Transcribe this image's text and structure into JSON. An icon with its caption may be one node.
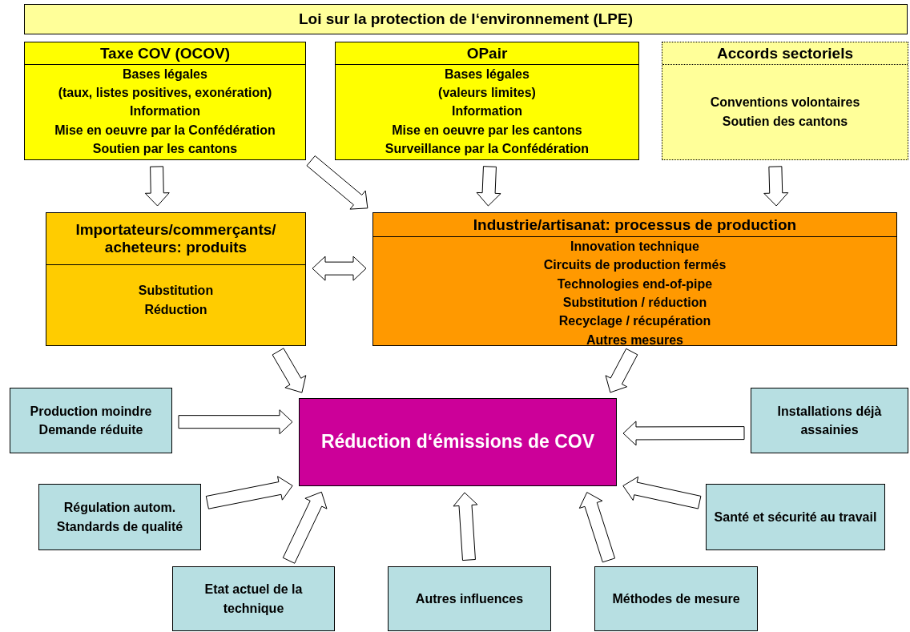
{
  "diagram": {
    "nodes": [
      {
        "text": [
          "Loi sur la protection de l‘environnement (LPE)"
        ]
      },
      {
        "text": [
          "Taxe COV (OCOV)",
          "Bases légales",
          "(taux, listes positives, exonération)",
          "Information",
          "Mise en oeuvre par la Confédération",
          "Soutien par les cantons"
        ]
      },
      {
        "text": [
          "OPair",
          "Bases légales",
          "(valeurs limites)",
          "Information",
          "Mise en oeuvre par les cantons",
          "Surveillance par la Confédération"
        ]
      },
      {
        "text": [
          "Accords sectoriels",
          "Conventions volontaires",
          "Soutien des cantons"
        ]
      },
      {
        "text": [
          "Importateurs/commerçants/ acheteurs: produits",
          "Substitution",
          "Réduction"
        ]
      },
      {
        "text": [
          "Industrie/artisanat: processus de production",
          "Innovation technique",
          "Circuits de production fermés",
          "Technologies end-of-pipe",
          "Substitution / réduction",
          "Recyclage / récupération",
          "Autres mesures"
        ]
      },
      {
        "text": [
          "Réduction d‘émissions de COV"
        ]
      },
      {
        "text": [
          "Production moindre",
          "Demande réduite"
        ]
      },
      {
        "text": [
          "Installations déjà assainies"
        ]
      },
      {
        "text": [
          "Régulation autom.",
          "Standards de qualité"
        ]
      },
      {
        "text": [
          "Santé et sécurité au travail"
        ]
      },
      {
        "text": [
          "Etat actuel de la technique"
        ]
      },
      {
        "text": [
          "Autres influences"
        ]
      },
      {
        "text": [
          "Méthodes de mesure"
        ]
      }
    ],
    "edges": [
      {
        "from": 1,
        "to": 4,
        "arrow": "to"
      },
      {
        "from": 1,
        "to": 5,
        "arrow": "to"
      },
      {
        "from": 2,
        "to": 5,
        "arrow": "to"
      },
      {
        "from": 3,
        "to": 5,
        "arrow": "to"
      },
      {
        "from": 4,
        "to": 5,
        "arrow": "both"
      },
      {
        "from": 4,
        "to": 6,
        "arrow": "to"
      },
      {
        "from": 5,
        "to": 6,
        "arrow": "to"
      },
      {
        "from": 7,
        "to": 6,
        "arrow": "to"
      },
      {
        "from": 8,
        "to": 6,
        "arrow": "to"
      },
      {
        "from": 9,
        "to": 6,
        "arrow": "to"
      },
      {
        "from": 10,
        "to": 6,
        "arrow": "to"
      },
      {
        "from": 11,
        "to": 6,
        "arrow": "to"
      },
      {
        "from": 12,
        "to": 6,
        "arrow": "to"
      },
      {
        "from": 13,
        "to": 6,
        "arrow": "to"
      }
    ]
  }
}
